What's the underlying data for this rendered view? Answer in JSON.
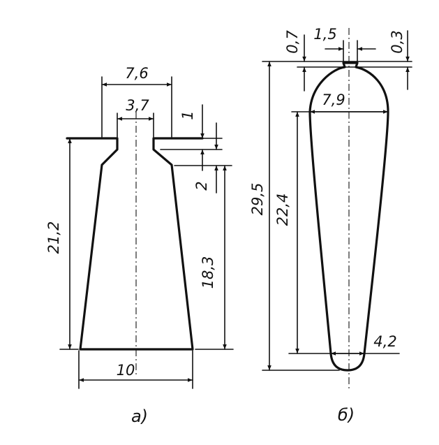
{
  "figure_a": {
    "caption": "а)",
    "dims": {
      "top_width": "7,6",
      "neck_width": "3,7",
      "flange_thickness": "1",
      "chamfer": "2",
      "total_height": "21,2",
      "body_height": "18,3",
      "base_width": "10"
    }
  },
  "figure_b": {
    "caption": "б)",
    "dims": {
      "tip_left": "0,7",
      "tip_width": "1,5",
      "tip_right": "0,3",
      "head_width": "7,9",
      "total_height": "29,5",
      "body_height": "22,4",
      "bottom_width": "4,2"
    }
  }
}
